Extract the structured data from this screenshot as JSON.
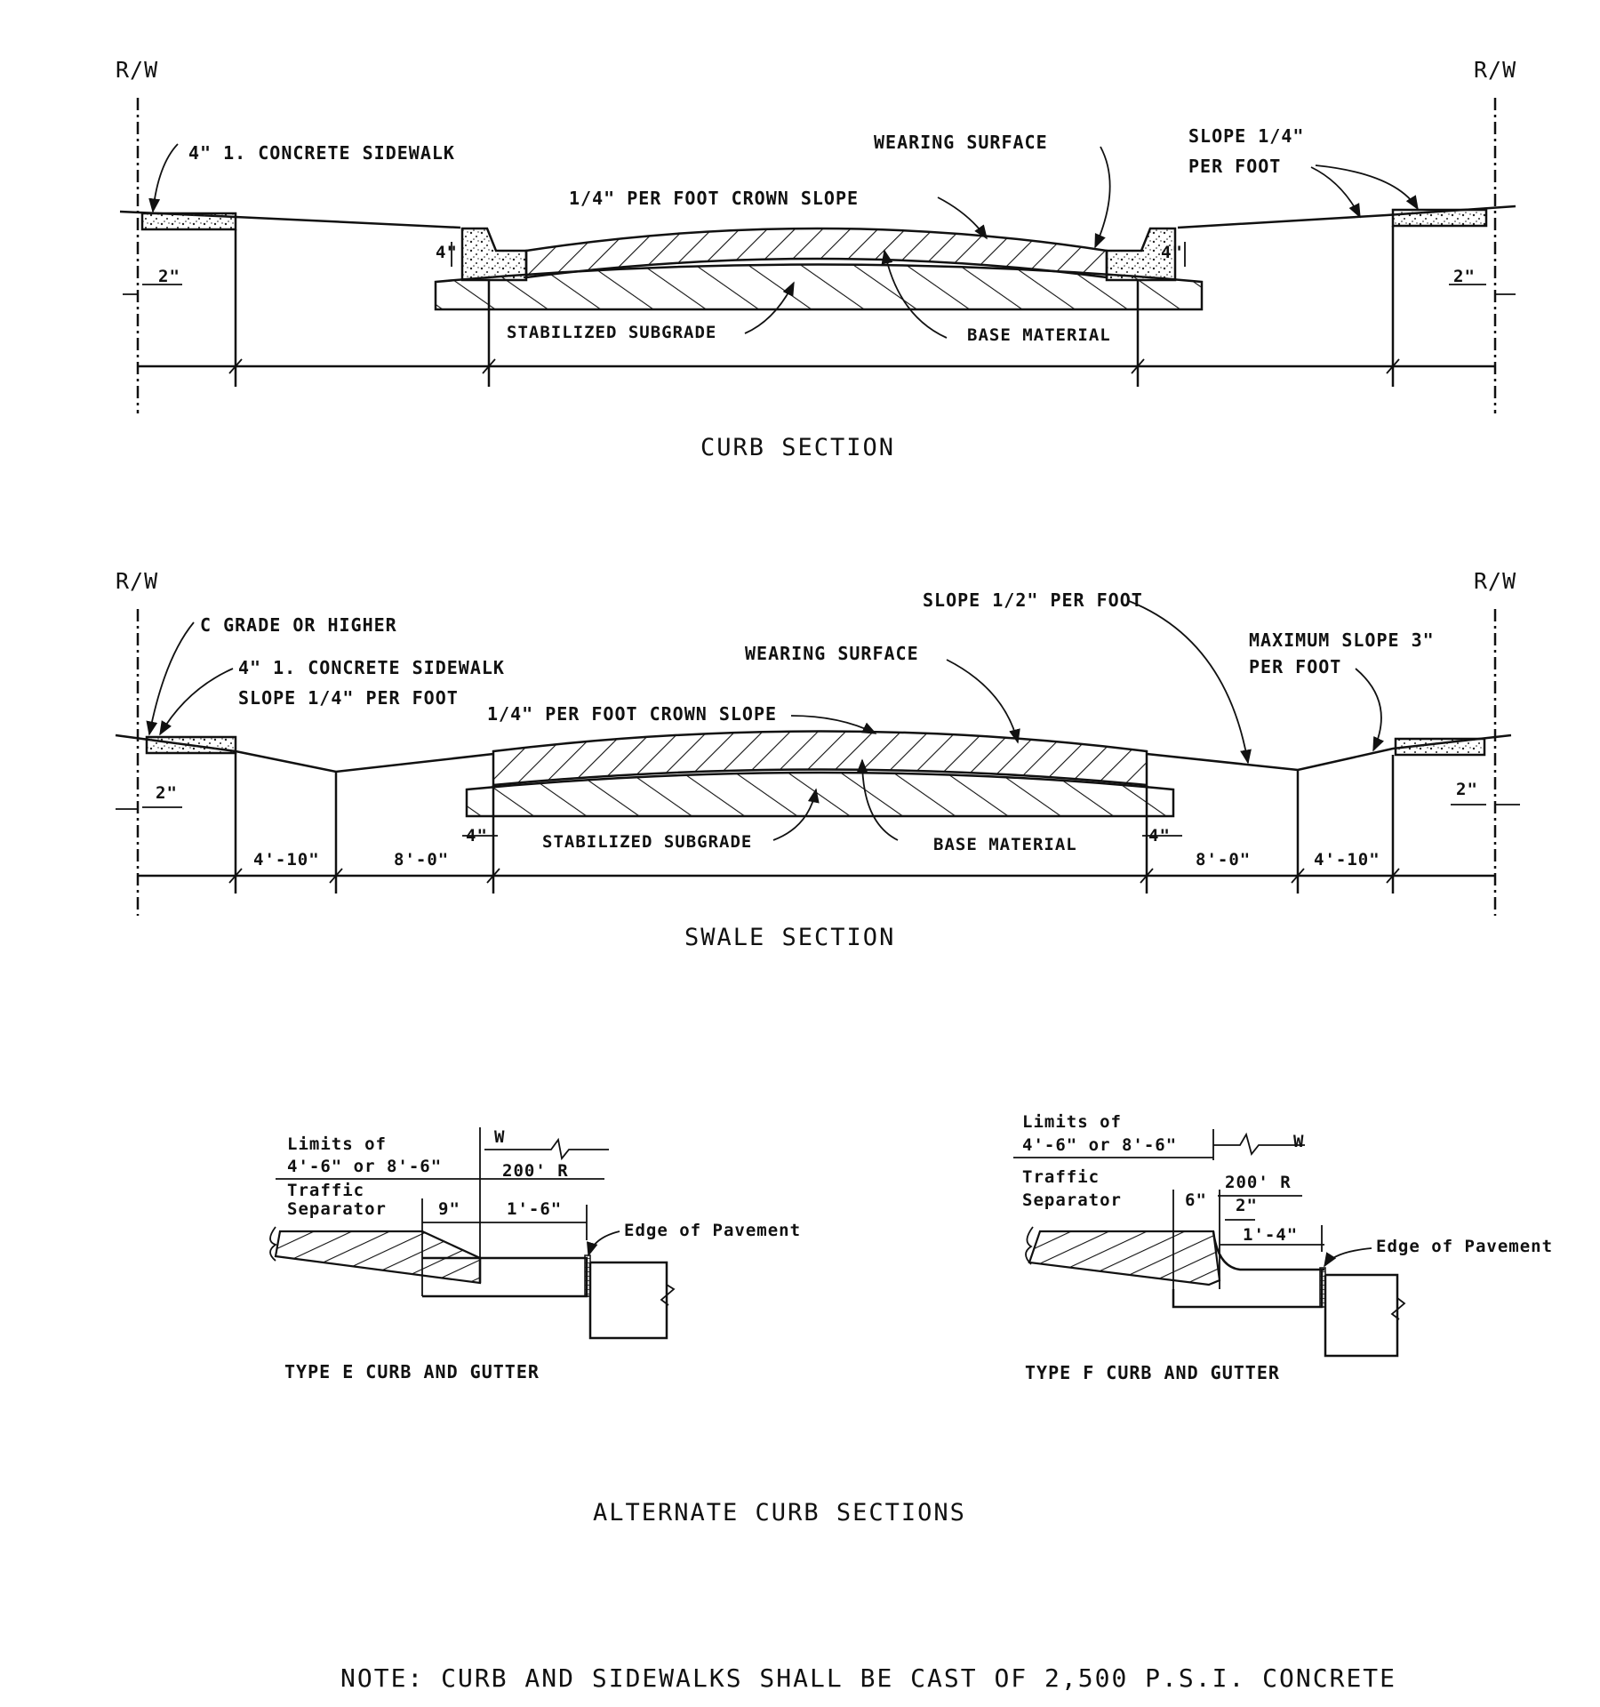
{
  "right_of_way_label": "R/W",
  "curb_section": {
    "title": "CURB SECTION",
    "sidewalk_label": "4\" 1. CONCRETE SIDEWALK",
    "wearing_surface_label": "WEARING SURFACE",
    "slope_label_line1": "SLOPE 1/4\"",
    "slope_label_line2": "PER FOOT",
    "crown_slope_label": "1/4\" PER FOOT CROWN SLOPE",
    "stabilized_subgrade_label": "STABILIZED SUBGRADE",
    "base_material_label": "BASE MATERIAL",
    "curb_height_left": "4\"",
    "curb_height_right": "4\"",
    "offset_left": "2\"",
    "offset_right": "2\""
  },
  "swale_section": {
    "title": "SWALE SECTION",
    "grade_label": "C GRADE OR HIGHER",
    "sidewalk_label": "4\" 1. CONCRETE SIDEWALK",
    "sidewalk_slope_label": "SLOPE 1/4\" PER FOOT",
    "wearing_surface_label": "WEARING SURFACE",
    "slope_half_label": "SLOPE 1/2\" PER FOOT",
    "max_slope_line1": "MAXIMUM SLOPE 3\"",
    "max_slope_line2": "PER FOOT",
    "crown_slope_label": "1/4\" PER FOOT CROWN SLOPE",
    "stabilized_subgrade_label": "STABILIZED SUBGRADE",
    "base_material_label": "BASE MATERIAL",
    "offset_left": "2\"",
    "offset_right": "2\"",
    "overhang_left": "4\"",
    "overhang_right": "4\"",
    "dims": [
      "4'-10\"",
      "8'-0\"",
      "8'-0\"",
      "4'-10\""
    ]
  },
  "type_e": {
    "title": "TYPE E CURB AND GUTTER",
    "limits_line1": "Limits of",
    "limits_line2": "4'-6\" or 8'-6\"",
    "traffic_line1": "Traffic",
    "traffic_line2": "Separator",
    "w_label": "W",
    "radius_label": "200' R",
    "dim_a": "9\"",
    "dim_b": "1'-6\"",
    "edge_label": "Edge of Pavement"
  },
  "type_f": {
    "title": "TYPE F CURB AND GUTTER",
    "limits_line1": "Limits of",
    "limits_line2": "4'-6\" or 8'-6\"",
    "traffic_line1": "Traffic",
    "traffic_line2": "Separator",
    "w_label": "W",
    "radius_label": "200' R",
    "dim_a": "6\"",
    "dim_b": "2\"",
    "dim_c": "1'-4\"",
    "edge_label": "Edge of Pavement"
  },
  "alternate_title": "ALTERNATE CURB SECTIONS",
  "note": "NOTE: CURB AND SIDEWALKS SHALL BE CAST OF 2,500 P.S.I. CONCRETE"
}
